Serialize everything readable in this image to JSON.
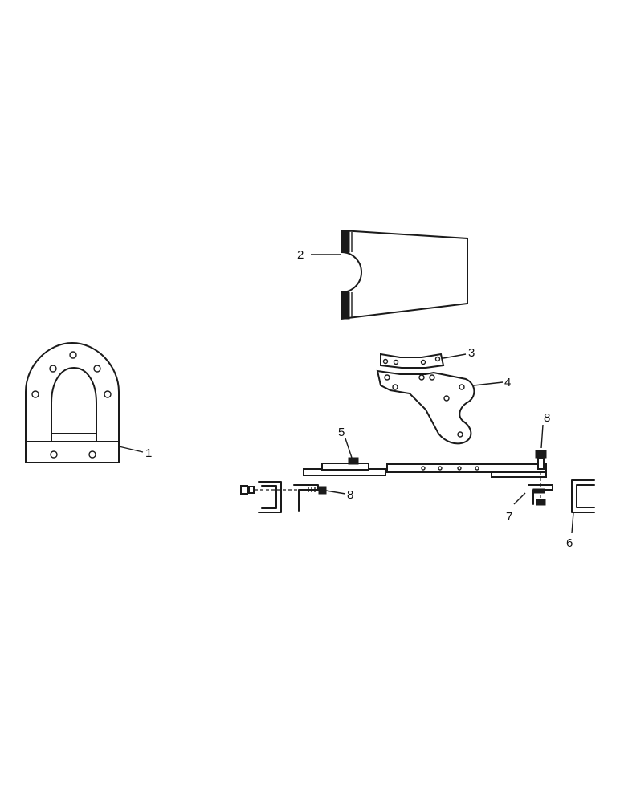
{
  "callouts": [
    {
      "id": "1",
      "label": "1"
    },
    {
      "id": "2",
      "label": "2"
    },
    {
      "id": "3",
      "label": "3"
    },
    {
      "id": "4",
      "label": "4"
    },
    {
      "id": "5",
      "label": "5"
    },
    {
      "id": "6",
      "label": "6"
    },
    {
      "id": "7",
      "label": "7"
    },
    {
      "id": "8a",
      "label": "8"
    },
    {
      "id": "8b",
      "label": "8"
    }
  ]
}
